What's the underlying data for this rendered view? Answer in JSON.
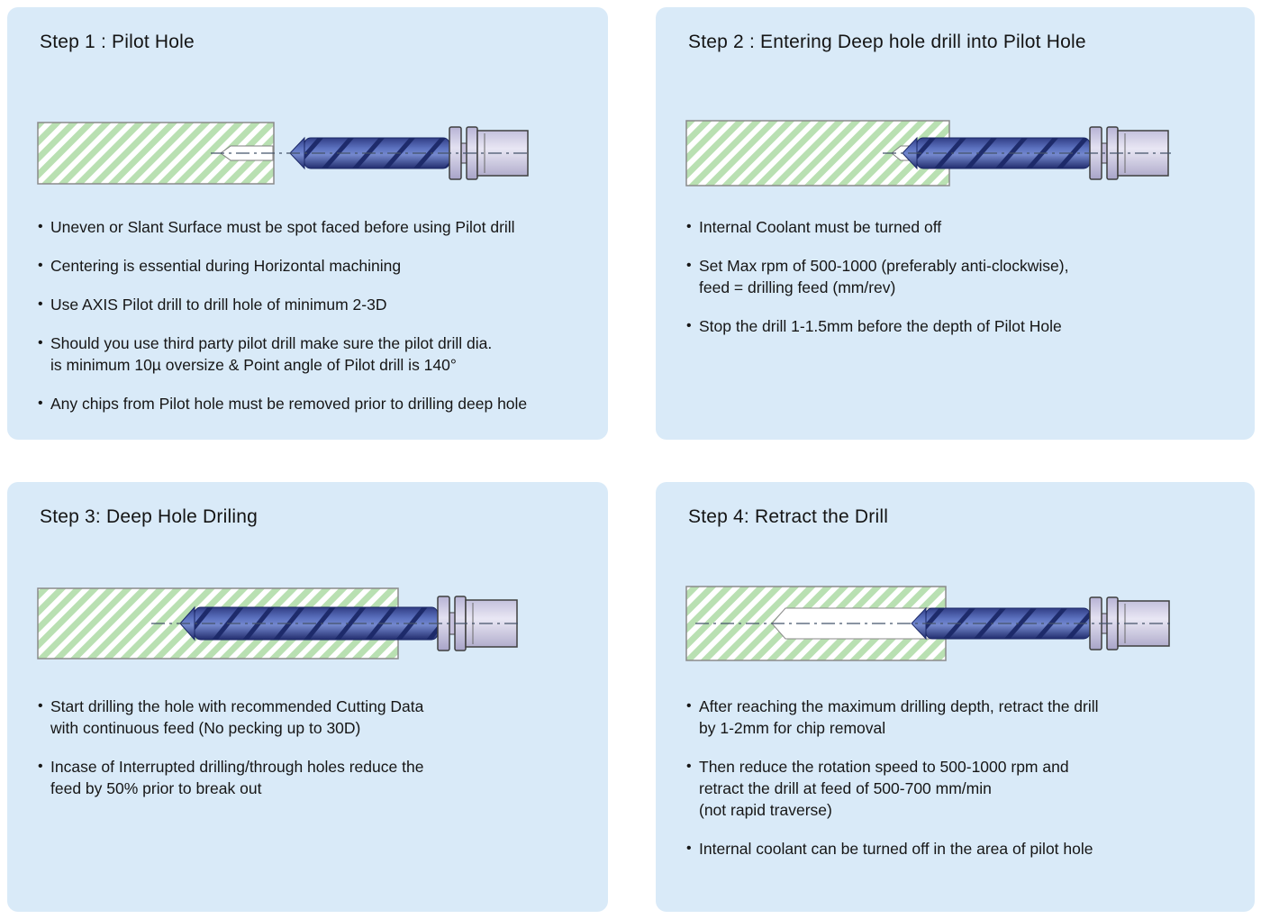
{
  "colors": {
    "panel_bg": "#d9eaf8",
    "text": "#161616",
    "workpiece_green": "#b9e0b2",
    "drill_blue": "#3c55aa",
    "drill_dark_blue": "#1c2968",
    "holder_lavender": "#cdc9e4"
  },
  "panels": [
    {
      "title": "Step 1 : Pilot Hole",
      "bullets": [
        {
          "lines": [
            "Uneven or Slant Surface must be spot faced before using Pilot drill"
          ]
        },
        {
          "lines": [
            "Centering is essential during Horizontal machining"
          ]
        },
        {
          "lines": [
            "Use AXIS Pilot drill to drill hole of minimum 2-3D"
          ]
        },
        {
          "lines": [
            "Should you use third party pilot drill make sure the pilot drill dia.",
            "is minimum 10µ oversize & Point angle of Pilot drill is 140°"
          ]
        },
        {
          "lines": [
            "Any chips from Pilot hole must be removed prior to drilling deep hole"
          ]
        }
      ]
    },
    {
      "title": "Step 2 : Entering Deep hole drill into Pilot Hole",
      "bullets": [
        {
          "lines": [
            "Internal Coolant must be turned off"
          ]
        },
        {
          "lines": [
            "Set Max rpm of 500-1000 (preferably anti-clockwise),",
            "feed = drilling feed (mm/rev)"
          ]
        },
        {
          "lines": [
            "Stop the drill 1-1.5mm before the depth of Pilot Hole"
          ]
        }
      ]
    },
    {
      "title": "Step 3: Deep Hole Driling",
      "bullets": [
        {
          "lines": [
            "Start drilling the hole with recommended Cutting Data",
            "with continuous feed (No pecking up to 30D)"
          ]
        },
        {
          "lines": [
            "Incase of Interrupted drilling/through holes reduce the",
            "feed by 50% prior to break out"
          ]
        }
      ]
    },
    {
      "title": "Step 4: Retract the Drill",
      "bullets": [
        {
          "lines": [
            "After reaching the maximum drilling depth, retract the drill",
            "by 1-2mm for chip removal"
          ]
        },
        {
          "lines": [
            "Then reduce the rotation speed to 500-1000 rpm and",
            "retract the drill at feed of 500-700 mm/min",
            "(not rapid traverse)"
          ]
        },
        {
          "lines": [
            "Internal coolant can be turned off in the area of pilot hole"
          ]
        }
      ]
    }
  ]
}
